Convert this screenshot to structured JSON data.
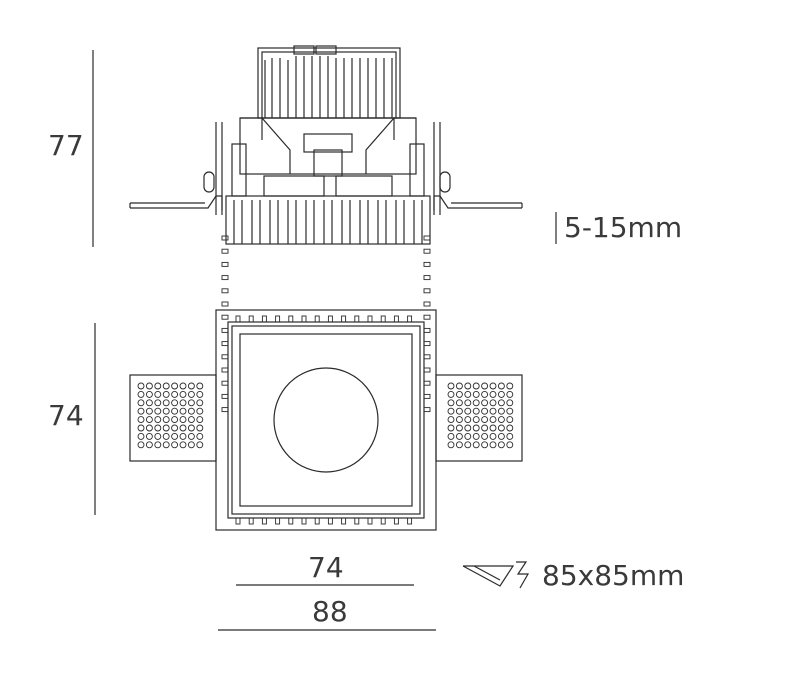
{
  "dimensions": {
    "side_height": "77",
    "ceiling_thickness": "5-15mm",
    "top_height": "74",
    "inner_width": "74",
    "outer_width": "88",
    "cutout": "85x85mm"
  },
  "icons": {
    "cutout_symbol": "cutout-triangle-icon"
  }
}
